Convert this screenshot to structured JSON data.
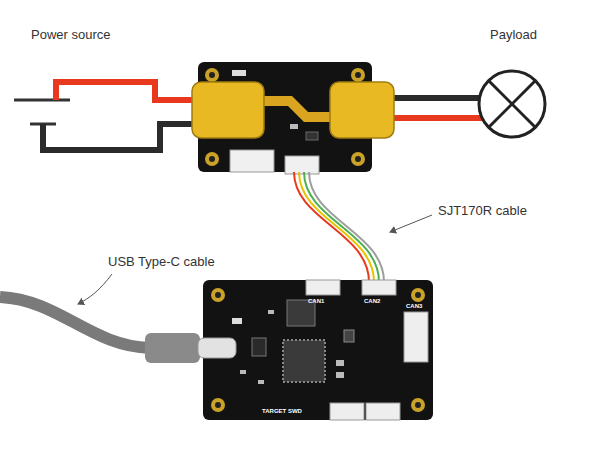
{
  "diagram": {
    "labels": [
      "Power source",
      "Payload",
      "SJT170R cable",
      "USB Type-C cable",
      "CAN1",
      "CAN2",
      "CAN3",
      "TARGET SWD"
    ]
  }
}
